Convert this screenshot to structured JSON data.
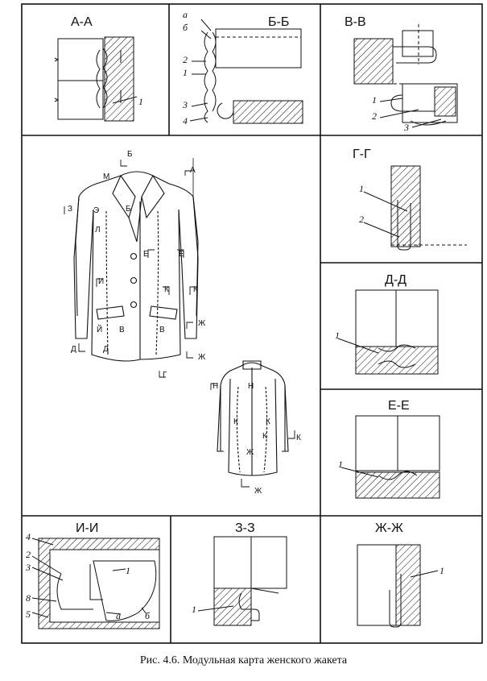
{
  "caption": "Рис. 4.6. Модульная карта женского жакета",
  "panels": {
    "aa": {
      "title": "А-А",
      "labels": [
        "1"
      ]
    },
    "bb": {
      "title": "Б-Б",
      "labels": [
        "а",
        "б",
        "2",
        "1",
        "3",
        "4"
      ]
    },
    "vv": {
      "title": "В-В",
      "labels": [
        "1",
        "2",
        "3"
      ]
    },
    "gg": {
      "title": "Г-Г",
      "labels": [
        "1",
        "2"
      ]
    },
    "dd": {
      "title": "Д-Д",
      "labels": [
        "1"
      ]
    },
    "ee": {
      "title": "Е-Е",
      "labels": [
        "1"
      ]
    },
    "ii": {
      "title": "И-И",
      "labels": [
        "4",
        "2",
        "3",
        "8",
        "5",
        "1",
        "а",
        "б"
      ]
    },
    "zz": {
      "title": "З-З",
      "labels": [
        "1"
      ]
    },
    "zhzh": {
      "title": "Ж-Ж",
      "labels": [
        "1"
      ]
    }
  },
  "front_marks": [
    "Б",
    "А",
    "М",
    "З",
    "Э",
    "Б",
    "Л",
    "Е",
    "Е",
    "И",
    "К",
    "К",
    "Й",
    "В",
    "В",
    "Д",
    "Д",
    "Ж",
    "Ж",
    "Г"
  ],
  "back_marks": [
    "Н",
    "Н",
    "К",
    "К",
    "К",
    "К",
    "Ж",
    "Ж"
  ],
  "colors": {
    "ink": "#111111",
    "paper": "#ffffff"
  }
}
